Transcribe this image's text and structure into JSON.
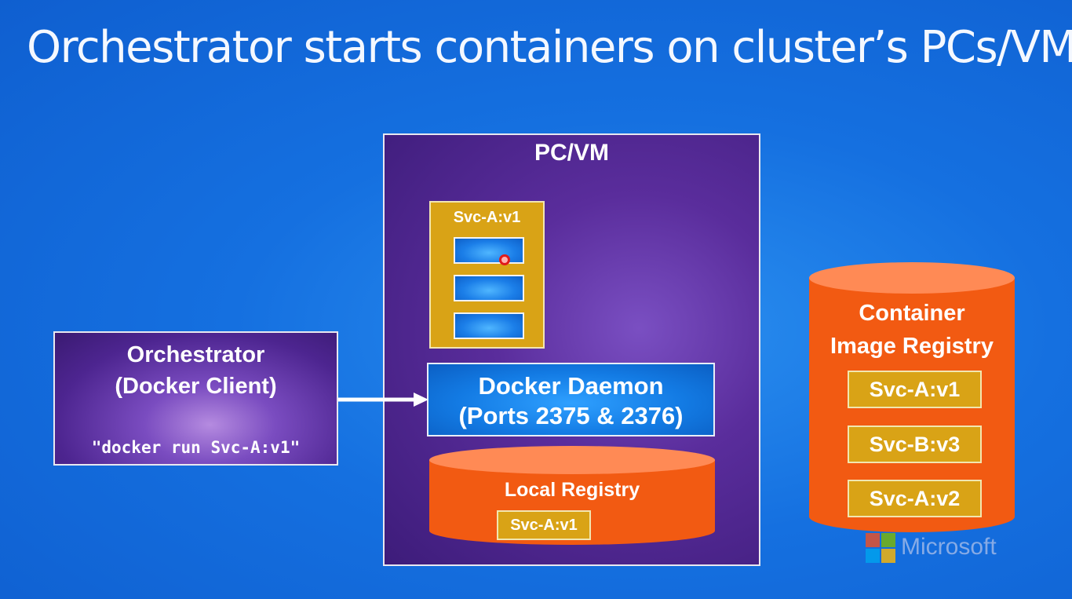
{
  "slide": {
    "title": "Orchestrator starts containers on cluster’s PCs/VMs"
  },
  "pcvm": {
    "title": "PC/VM",
    "container_label": "Svc-A:v1",
    "daemon_line1": "Docker Daemon",
    "daemon_line2": "(Ports 2375 & 2376)",
    "local_registry": {
      "title": "Local Registry",
      "images": [
        "Svc-A:v1"
      ]
    }
  },
  "orchestrator": {
    "line1": "Orchestrator",
    "line2": "(Docker Client)",
    "command": "\"docker run Svc-A:v1\""
  },
  "container_registry": {
    "line1": "Container",
    "line2": "Image Registry",
    "images": [
      "Svc-A:v1",
      "Svc-B:v3",
      "Svc-A:v2"
    ]
  },
  "branding": {
    "company": "Microsoft"
  },
  "colors": {
    "background": "#1570e0",
    "vm_purple": "#5a2d9c",
    "gold": "#d9a316",
    "registry_orange": "#f25a12",
    "daemon_blue": "#137be4"
  }
}
